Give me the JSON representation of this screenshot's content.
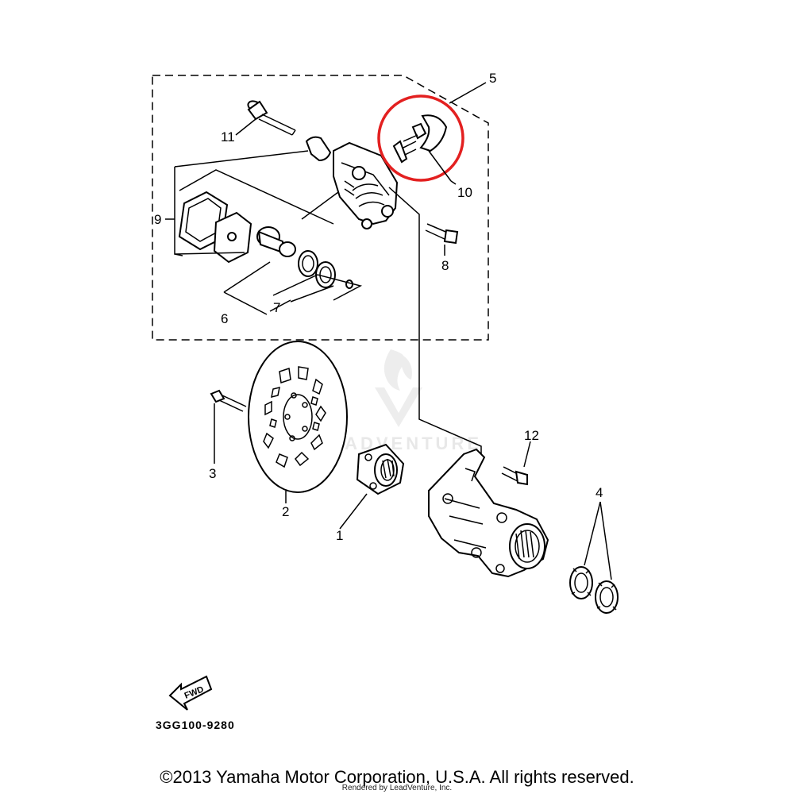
{
  "diagram": {
    "callouts": [
      "1",
      "2",
      "3",
      "4",
      "5",
      "6",
      "7",
      "8",
      "9",
      "10",
      "11",
      "12"
    ],
    "fwd_label": "FWD",
    "diagram_code": "3GG100-9280",
    "watermark": "LEADVENTURE",
    "highlight_color": "#e32020"
  },
  "footer": {
    "copyright": "©2013 Yamaha Motor Corporation, U.S.A. All rights reserved.",
    "rendered_by": "Rendered by LeadVenture, Inc."
  }
}
